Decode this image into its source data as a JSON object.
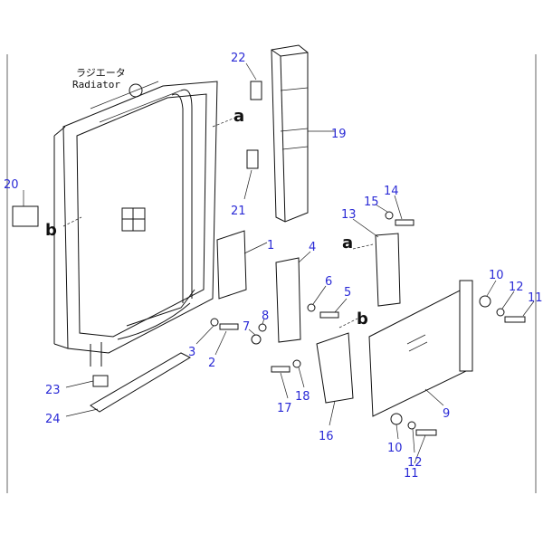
{
  "caption": {
    "japanese": "ラジエータ",
    "english": "Radiator"
  },
  "callouts": [
    "22",
    "19",
    "21",
    "20",
    "1",
    "4",
    "6",
    "5",
    "8",
    "7",
    "3",
    "2",
    "13",
    "15",
    "14",
    "10",
    "12",
    "11",
    "23",
    "24",
    "17",
    "18",
    "16",
    "9",
    "10",
    "12",
    "11"
  ],
  "view_letters": [
    "a",
    "b",
    "a",
    "b"
  ],
  "colors": {
    "callout": "#2b2bd6",
    "line": "#111111"
  }
}
